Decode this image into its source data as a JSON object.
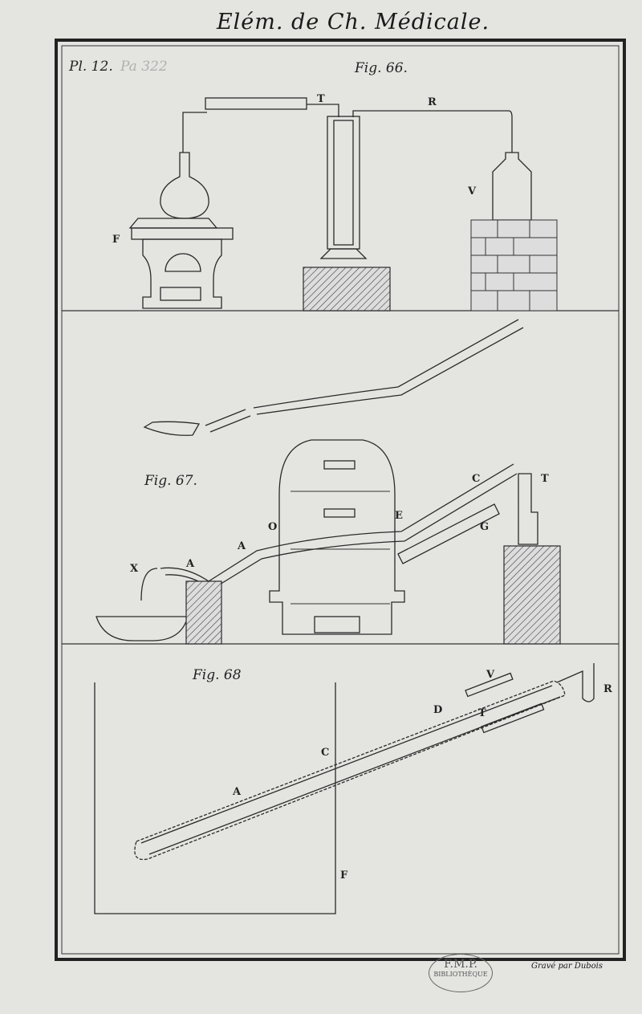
{
  "header": {
    "title": "Elém. de Ch. Médicale.",
    "plate": "Pl. 12.",
    "page_note": "Pa 322"
  },
  "fig66": {
    "title": "Fig. 66.",
    "labels": {
      "T": "T",
      "R": "R",
      "V": "V",
      "F": "F"
    }
  },
  "fig67": {
    "title": "Fig. 67.",
    "labels": {
      "X": "X",
      "A1": "A",
      "A2": "A",
      "O": "O",
      "E": "E",
      "C": "C",
      "G": "G",
      "T": "T"
    }
  },
  "fig68": {
    "title": "Fig. 68",
    "labels": {
      "V": "V",
      "R": "R",
      "D": "D",
      "T": "T",
      "C": "C",
      "A": "A",
      "F": "F"
    }
  },
  "footer": {
    "credit": "Gravé par Dubois",
    "stamp_line1": "F.M.P.",
    "stamp_line2": "BIBLIOTHÈQUE"
  }
}
